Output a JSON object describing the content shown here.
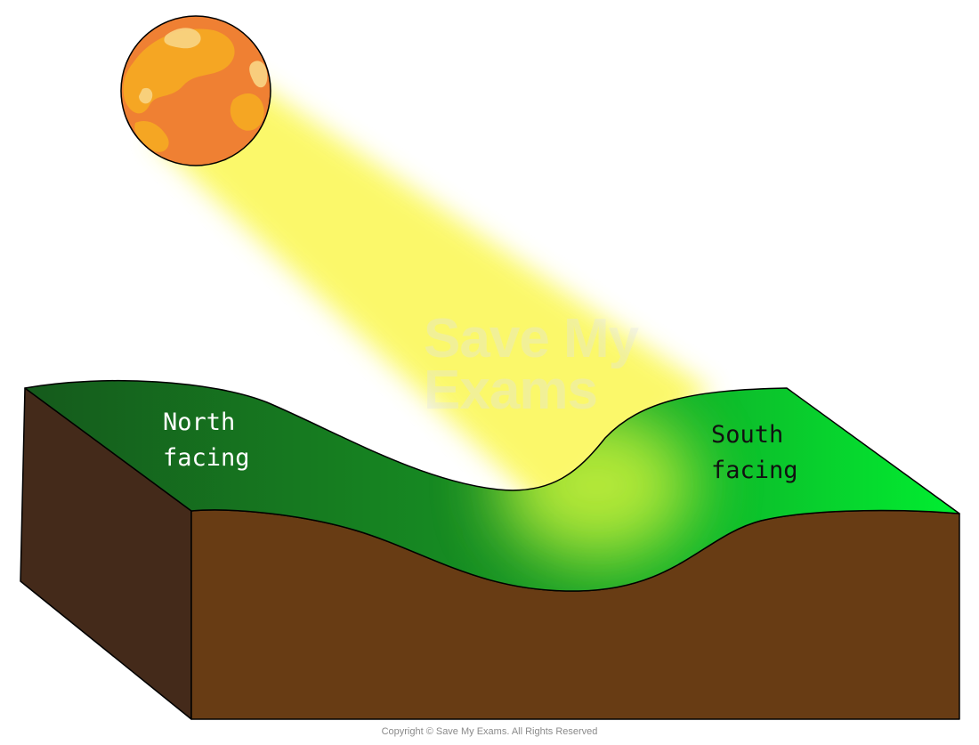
{
  "labels": {
    "north_line1": "North",
    "north_line2": "facing",
    "south_line1": "South",
    "south_line2": "facing"
  },
  "watermark": {
    "line1": "Save My",
    "line2": "Exams"
  },
  "footer": {
    "copyright": "Copyright © Save My Exams. All Rights Reserved"
  },
  "colors": {
    "sun_base": "#ef8033",
    "sun_spots": "#f5a623",
    "sun_highlight": "#f8d585",
    "light_beam": "#fbf85a",
    "grass_dark": "#155a1c",
    "grass_bright": "#00ee30",
    "grass_lit": "#a8e633",
    "soil_front": "#683c14",
    "soil_side": "#442a1a"
  }
}
